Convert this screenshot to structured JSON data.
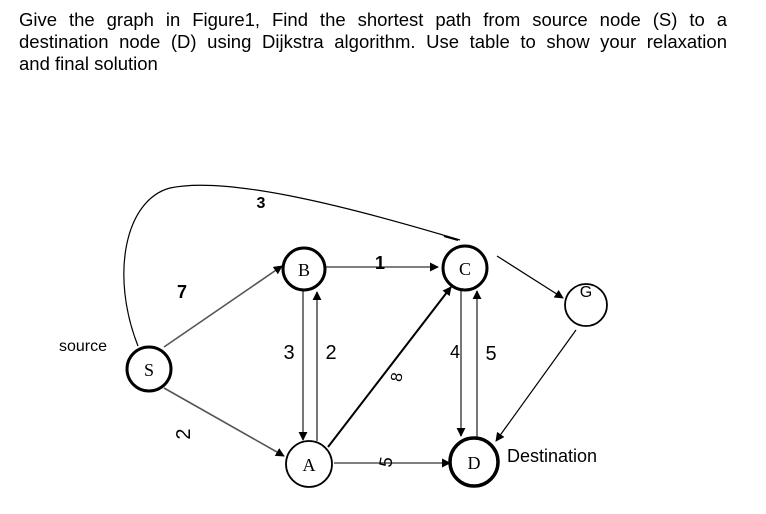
{
  "question": {
    "lines": [
      "Give the graph in Figure1, Find the shortest path from source node (S) to a",
      "destination node (D) using Dijkstra algorithm. Use table to show your relaxation",
      "and final solution"
    ]
  },
  "graph": {
    "nodes": {
      "S": "S",
      "B": "B",
      "C": "C",
      "G": "G",
      "A": "A",
      "D": "D"
    },
    "annotations": {
      "source": "source",
      "destination": "Destination"
    },
    "edges": [
      {
        "from": "S",
        "to": "B",
        "weight": "7"
      },
      {
        "from": "S",
        "to": "A",
        "weight": "2"
      },
      {
        "from": "S",
        "to": "C",
        "weight": "3"
      },
      {
        "from": "B",
        "to": "C",
        "weight": "1"
      },
      {
        "from": "B",
        "to": "A",
        "weight": "3"
      },
      {
        "from": "A",
        "to": "B",
        "weight": "2"
      },
      {
        "from": "A",
        "to": "C",
        "weight": "8"
      },
      {
        "from": "A",
        "to": "D",
        "weight": "5"
      },
      {
        "from": "C",
        "to": "D",
        "weight": "4"
      },
      {
        "from": "D",
        "to": "C",
        "weight": "5"
      },
      {
        "from": "C",
        "to": "G",
        "weight": ""
      },
      {
        "from": "G",
        "to": "D",
        "weight": ""
      }
    ]
  }
}
